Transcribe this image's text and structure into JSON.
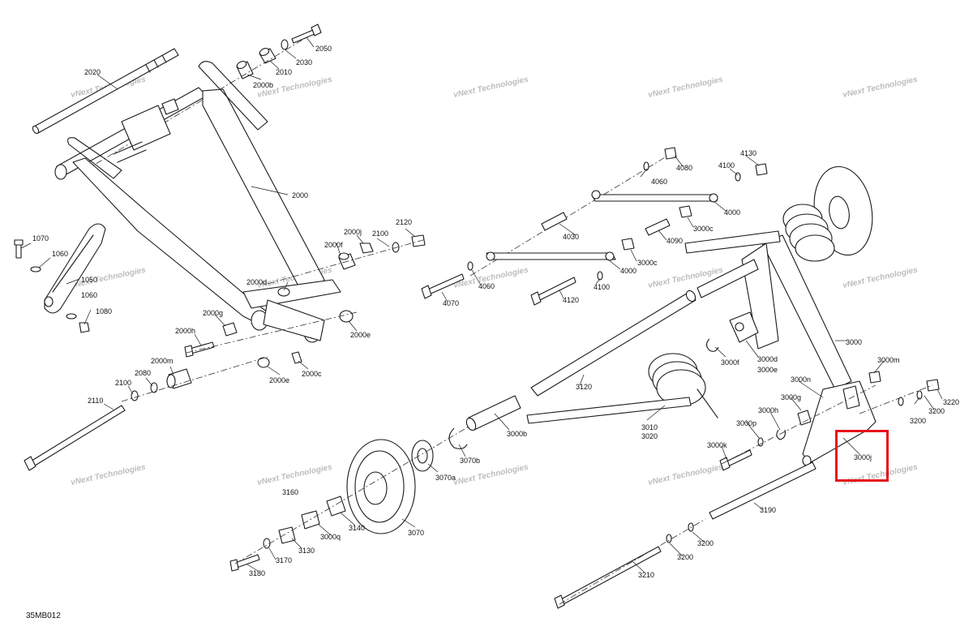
{
  "diagram": {
    "code": "35MB012",
    "watermark": "vNext Technologies",
    "highlight": {
      "label": "3000j",
      "color": "#e8131b"
    }
  },
  "labels": [
    "2020",
    "2000b",
    "2010",
    "2030",
    "2050",
    "2000",
    "2000j",
    "2100",
    "2120",
    "2000f",
    "2000d",
    "2000g",
    "2000e",
    "2000h",
    "2000m",
    "2000e",
    "2000c",
    "2080",
    "2100",
    "2110",
    "1070",
    "1060",
    "1050",
    "1080",
    "1060",
    "4080",
    "4130",
    "4060",
    "4100",
    "4000",
    "4030",
    "3000c",
    "4090",
    "3000c",
    "4000",
    "4060",
    "4100",
    "4070",
    "4120",
    "3000",
    "3000m",
    "3000f",
    "3000d",
    "3000e",
    "3000n",
    "3000g",
    "3000h",
    "3000p",
    "3000k",
    "3120",
    "3010",
    "3020",
    "3000b",
    "3070b",
    "3070a",
    "3070",
    "3140",
    "3000q",
    "3130",
    "3160",
    "3170",
    "3180",
    "3190",
    "3200",
    "3200",
    "3210",
    "3220",
    "3200",
    "3200",
    "3000j"
  ]
}
